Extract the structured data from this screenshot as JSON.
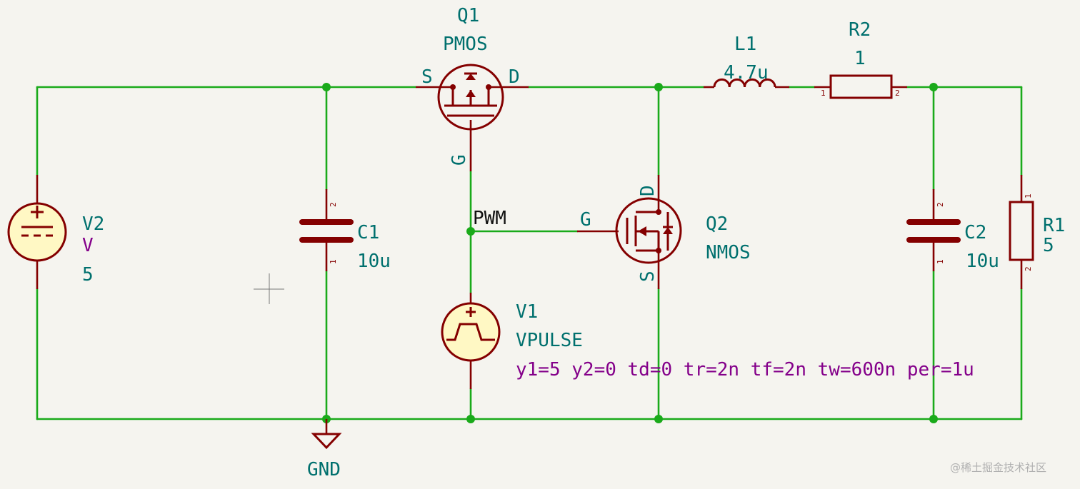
{
  "schematic": {
    "q1": {
      "ref": "Q1",
      "value": "PMOS",
      "pin_s": "S",
      "pin_d": "D",
      "pin_g": "G"
    },
    "q2": {
      "ref": "Q2",
      "value": "NMOS",
      "pin_d": "D",
      "pin_g": "G",
      "pin_s": "S"
    },
    "l1": {
      "ref": "L1",
      "value": "4.7u"
    },
    "r2": {
      "ref": "R2",
      "value": "1",
      "pin1": "1",
      "pin2": "2"
    },
    "r1": {
      "ref": "R1",
      "value": "5",
      "pin1": "1",
      "pin2": "2"
    },
    "c1": {
      "ref": "C1",
      "value": "10u",
      "pin1": "1",
      "pin2": "2"
    },
    "c2": {
      "ref": "C2",
      "value": "10u",
      "pin1": "1",
      "pin2": "2"
    },
    "v2": {
      "ref": "V2",
      "value": "V",
      "param": "5"
    },
    "v1": {
      "ref": "V1",
      "value": "VPULSE",
      "param": "y1=5 y2=0 td=0 tr=2n tf=2n tw=600n per=1u"
    },
    "net_label": "PWM",
    "gnd": "GND"
  },
  "watermark": "@稀土掘金技术社区",
  "colors": {
    "background": "#f5f4ef",
    "wire": "#1aaa1a",
    "symbol": "#840000",
    "symbol_fill": "#fff8c4",
    "label_text": "#00706e",
    "param_text": "#84008a",
    "net_label_text": "#111111"
  }
}
